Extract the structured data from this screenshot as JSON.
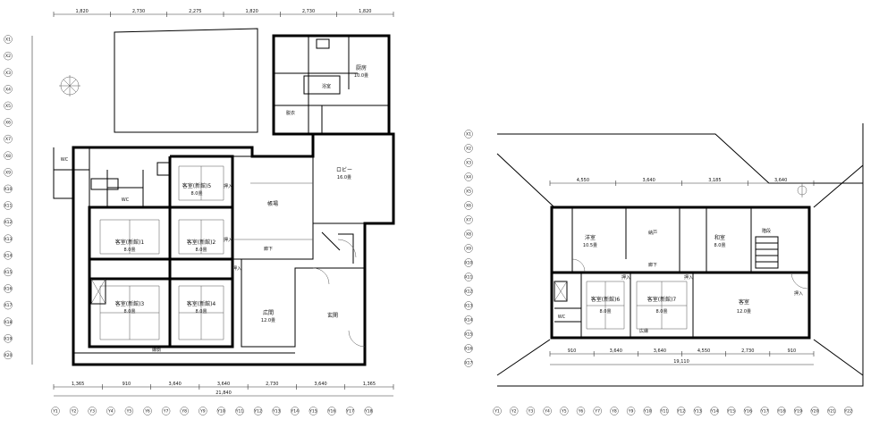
{
  "plans": {
    "floor1": {
      "rooms": [
        {
          "name": "客室(新館)1",
          "area": "8.0畳"
        },
        {
          "name": "客室(新館)2",
          "area": "8.0畳"
        },
        {
          "name": "客室(新館)3",
          "area": "8.0畳"
        },
        {
          "name": "客室(新館)4",
          "area": "8.0畳"
        },
        {
          "name": "客室(新館)5",
          "area": "8.0畳"
        },
        {
          "name": "ロビー",
          "area": "16.0畳"
        },
        {
          "name": "広間",
          "area": "12.0畳"
        },
        {
          "name": "厨房",
          "area": "10.0畳"
        },
        {
          "name": "玄関",
          "area": ""
        },
        {
          "name": "帳場",
          "area": ""
        }
      ],
      "labels": [
        "押入",
        "押入",
        "押入",
        "廊下",
        "縁側",
        "浴室",
        "脱衣",
        "WC",
        "WC"
      ],
      "dims_top": [
        "1,820",
        "2,730",
        "2,275",
        "1,820",
        "2,730",
        "1,820"
      ],
      "dims_bottom": [
        "1,365",
        "910",
        "3,640",
        "3,640",
        "2,730",
        "3,640",
        "1,365"
      ],
      "total_width": "21,840",
      "grid_top": [
        "Y1",
        "Y2",
        "Y3",
        "Y4",
        "Y5",
        "Y6",
        "Y7",
        "Y8",
        "Y9",
        "Y10",
        "Y11",
        "Y12",
        "Y13",
        "Y14",
        "Y15",
        "Y16",
        "Y17",
        "Y18"
      ],
      "grid_left": [
        "X1",
        "X2",
        "X3",
        "X4",
        "X5",
        "X6",
        "X7",
        "X8",
        "X9",
        "X10",
        "X11",
        "X12",
        "X13",
        "X14",
        "X15",
        "X16",
        "X17",
        "X18",
        "X19",
        "X20"
      ]
    },
    "floor2": {
      "rooms": [
        {
          "name": "客室(新館)6",
          "area": "8.0畳"
        },
        {
          "name": "客室(新館)7",
          "area": "8.0畳"
        },
        {
          "name": "客室",
          "area": "12.0畳"
        },
        {
          "name": "広縁",
          "area": ""
        },
        {
          "name": "洋室",
          "area": "10.5畳"
        },
        {
          "name": "和室",
          "area": "8.0畳"
        },
        {
          "name": "納戸",
          "area": ""
        }
      ],
      "labels": [
        "押入",
        "押入",
        "押入",
        "廊下",
        "WC",
        "階段"
      ],
      "dims_top": [
        "4,550",
        "3,640",
        "3,185",
        "3,640"
      ],
      "dims_bottom": [
        "910",
        "3,640",
        "3,640",
        "4,550",
        "2,730",
        "910"
      ],
      "total_width": "19,110",
      "grid_left": [
        "X1",
        "X2",
        "X3",
        "X4",
        "X5",
        "X6",
        "X7",
        "X8",
        "X9",
        "X10",
        "X11",
        "X12",
        "X13",
        "X14",
        "X15",
        "X16",
        "X17"
      ],
      "grid_bottom": [
        "Y1",
        "Y2",
        "Y3",
        "Y4",
        "Y5",
        "Y6",
        "Y7",
        "Y8",
        "Y9",
        "Y10",
        "Y11",
        "Y12",
        "Y13",
        "Y14",
        "Y15",
        "Y16",
        "Y17",
        "Y18",
        "Y19",
        "Y20",
        "Y21",
        "Y22"
      ]
    }
  }
}
